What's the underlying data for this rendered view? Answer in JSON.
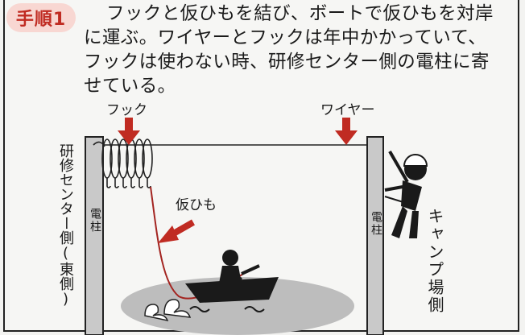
{
  "step": {
    "label": "手順1"
  },
  "instruction": {
    "lines": [
      "フックと仮ひもを結び、ボートで仮ひもを対岸",
      "に運ぶ。ワイヤーとフックは年中かかっていて、",
      "フックは使わない時、研修センター側の電柱に寄",
      "せている。"
    ]
  },
  "labels": {
    "hook": "フック",
    "wire": "ワイヤー",
    "temp_rope": "仮ひも",
    "pole_left": "電柱",
    "pole_right": "電柱",
    "side_left": "研修センター側(東側)",
    "side_right": "キャンプ場側"
  },
  "colors": {
    "accent_red": "#c02b22",
    "badge_bg": "#f8d7d2",
    "pond": "#bdbdbd",
    "pole": "#c9c9c9"
  },
  "icons": [
    "hook-coil-icon",
    "down-arrow-icon",
    "rowboat-person-icon",
    "worker-climbing-icon",
    "swan-icon"
  ]
}
